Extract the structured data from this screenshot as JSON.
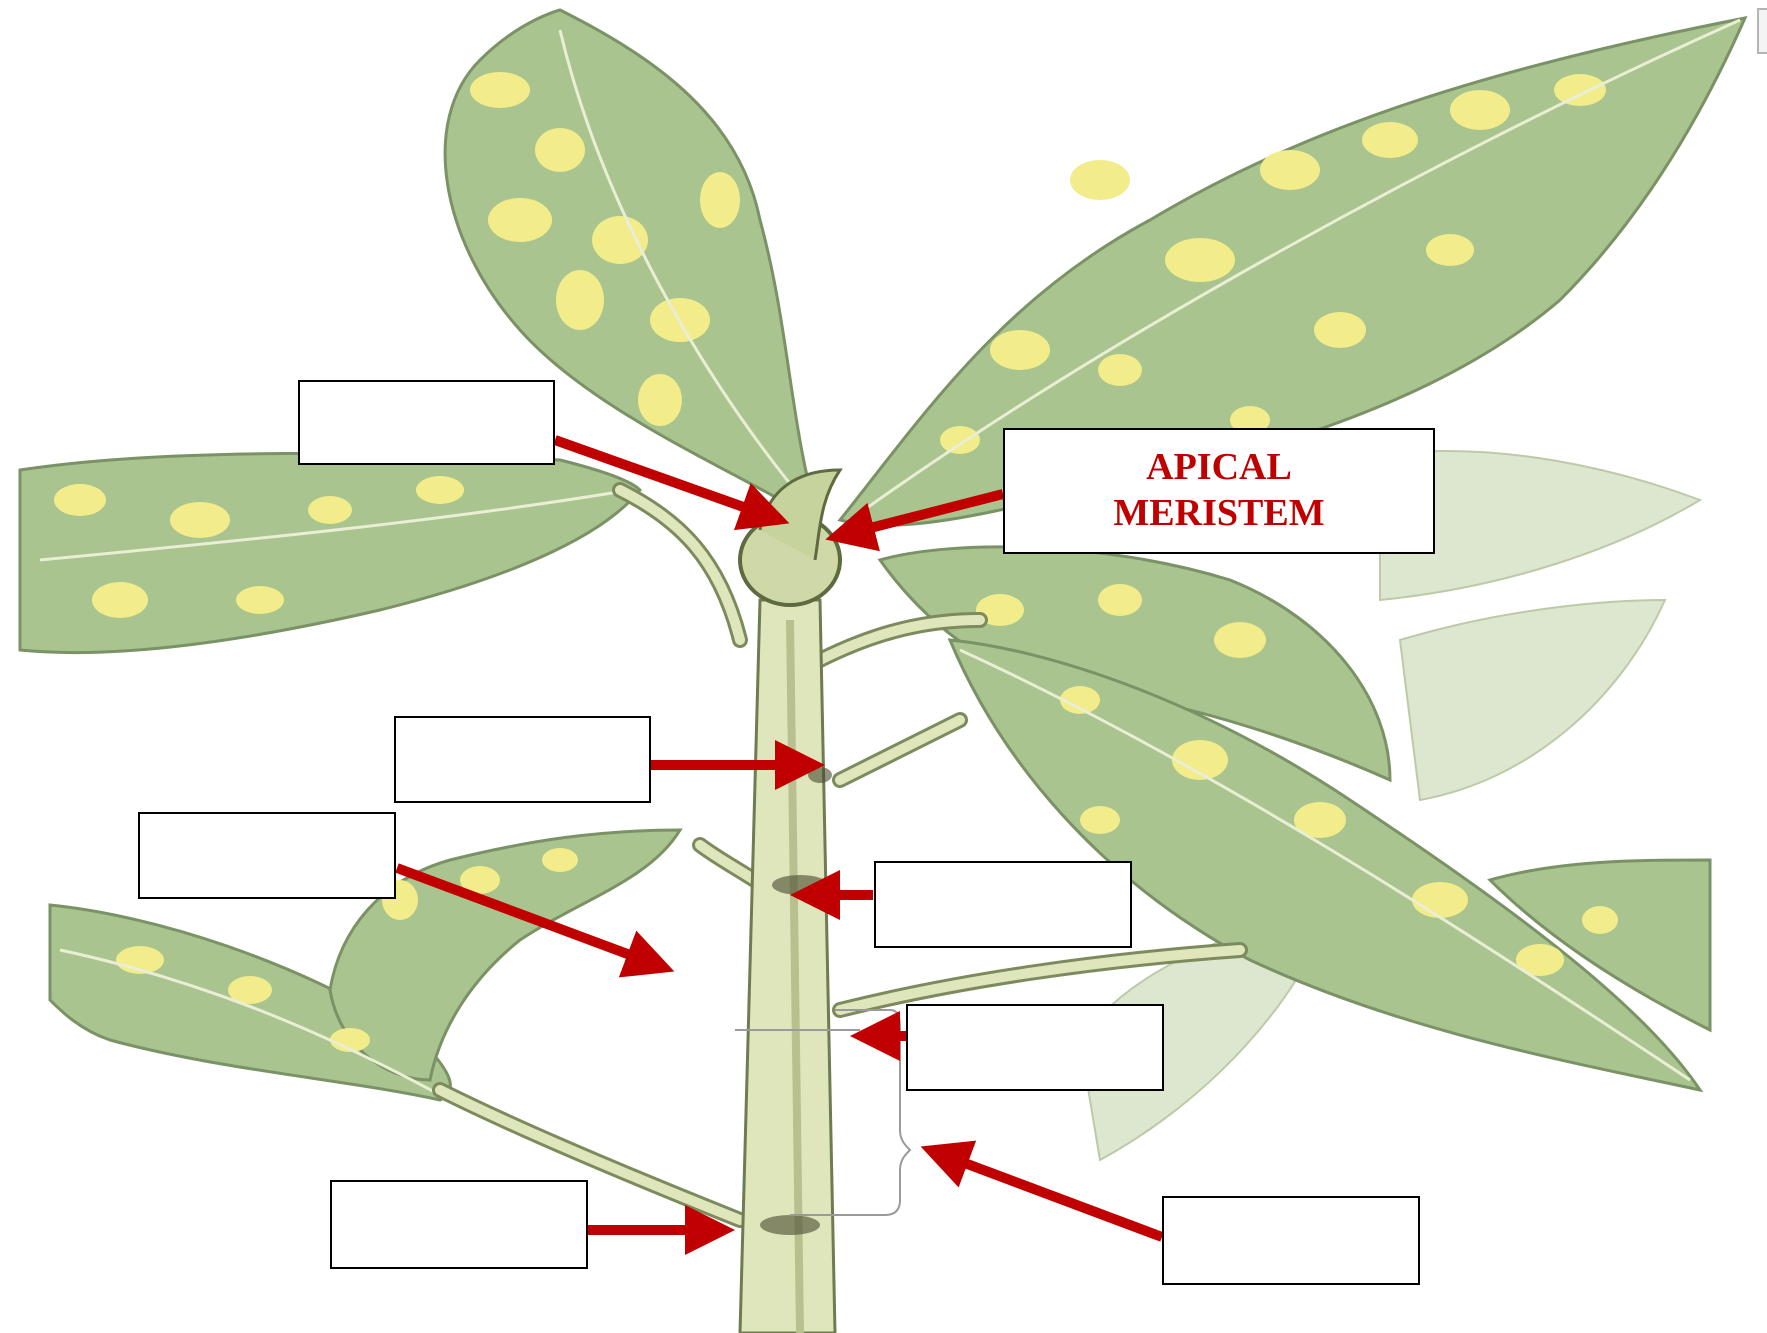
{
  "diagram": {
    "labels": [
      {
        "id": "top-left",
        "text": ""
      },
      {
        "id": "apical-meristem",
        "text": "APICAL\nMERISTEM"
      },
      {
        "id": "upper-middle",
        "text": ""
      },
      {
        "id": "left-middle",
        "text": ""
      },
      {
        "id": "right-middle",
        "text": ""
      },
      {
        "id": "right-lower",
        "text": ""
      },
      {
        "id": "bottom-left",
        "text": ""
      },
      {
        "id": "bottom-right",
        "text": ""
      }
    ],
    "colors": {
      "arrow": "#c00000",
      "label_text": "#c00000",
      "leaf": "#a9c48e",
      "leaf_spot": "#f2ec8a",
      "stem": "#dfe6bc"
    }
  }
}
